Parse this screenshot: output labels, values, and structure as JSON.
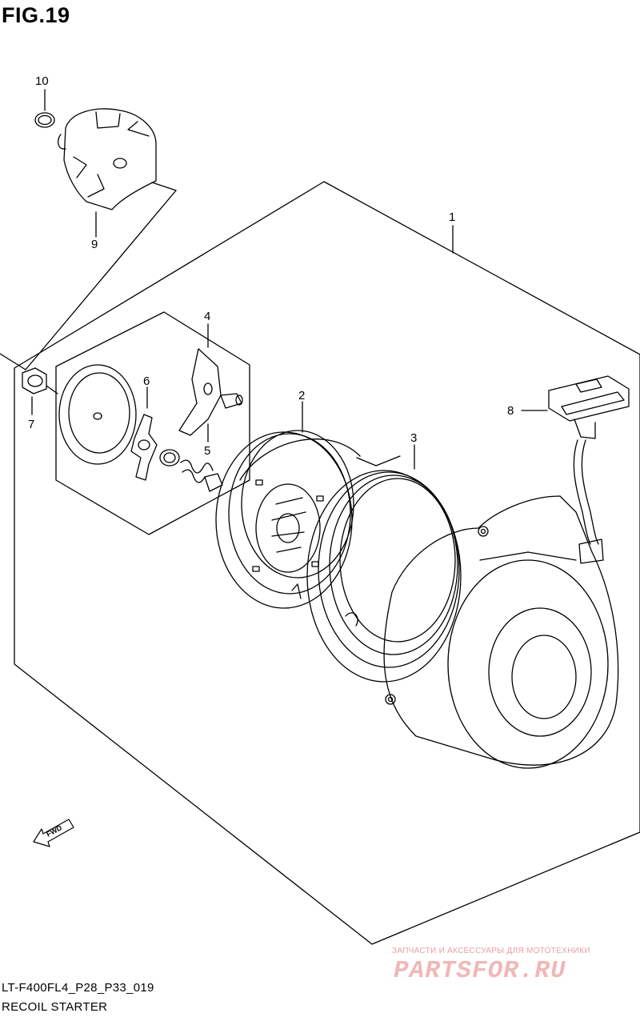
{
  "figure": {
    "title": "FIG.19"
  },
  "callouts": [
    {
      "id": "c1",
      "label": "1"
    },
    {
      "id": "c2",
      "label": "2"
    },
    {
      "id": "c3",
      "label": "3"
    },
    {
      "id": "c4",
      "label": "4"
    },
    {
      "id": "c5",
      "label": "5"
    },
    {
      "id": "c6",
      "label": "6"
    },
    {
      "id": "c7",
      "label": "7"
    },
    {
      "id": "c8",
      "label": "8"
    },
    {
      "id": "c9",
      "label": "9"
    },
    {
      "id": "c10",
      "label": "10"
    }
  ],
  "fwd_marker": {
    "text": "FWD"
  },
  "footer": {
    "code": "LT-F400FL4_P28_P33_019",
    "name": "RECOIL STARTER"
  },
  "watermark": {
    "tagline": "ЗАПЧАСТИ И АКСЕССУАРЫ ДЛЯ МОТОТЕХНИКИ",
    "brand": "PARTSFOR.RU"
  }
}
